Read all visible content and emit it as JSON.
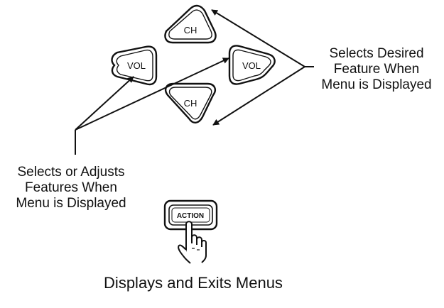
{
  "buttons": {
    "ch_up": "CH",
    "vol_left": "VOL",
    "vol_right": "VOL",
    "ch_down": "CH",
    "action": "ACTION"
  },
  "labels": {
    "right": [
      "Selects Desired",
      "Feature When",
      "Menu is Displayed"
    ],
    "left": [
      "Selects or Adjusts",
      "Features When",
      "Menu is Displayed"
    ],
    "bottom": "Displays and Exits Menus"
  }
}
